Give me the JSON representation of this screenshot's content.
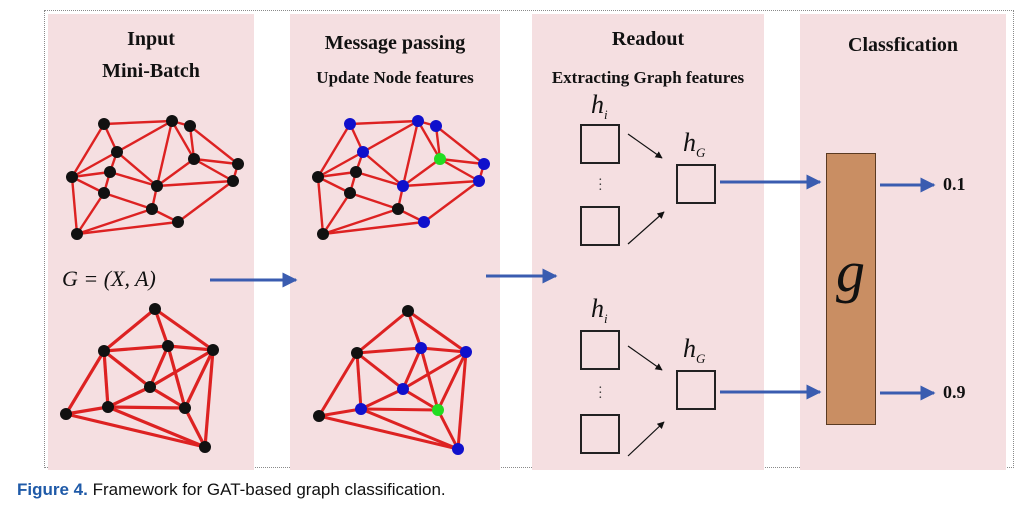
{
  "panels": {
    "input": {
      "title": "Input",
      "subtitle": "Mini-Batch"
    },
    "message": {
      "title": "Message passing",
      "subtitle": "Update Node features"
    },
    "readout": {
      "title": "Readout",
      "subtitle": "Extracting Graph features"
    },
    "classification": {
      "title": "Classfication"
    }
  },
  "math": {
    "graph_def": "G = (X, A)",
    "node_feature": "h",
    "node_sub": "i",
    "graph_feature": "h",
    "graph_sub": "G",
    "classifier": "g"
  },
  "outputs": [
    "0.1",
    "0.9"
  ],
  "caption": {
    "label": "Figure 4.",
    "text": "Framework for GAT-based graph classification."
  },
  "colors": {
    "panel_bg": "#f5dfe1",
    "edge": "#dd2222",
    "node_default": "#111111",
    "node_updated": "#1010cc",
    "node_highlight": "#22dd22",
    "arrow": "#3a5cb0",
    "classifier": "#c98e63",
    "caption_label": "#1f5aa8"
  }
}
